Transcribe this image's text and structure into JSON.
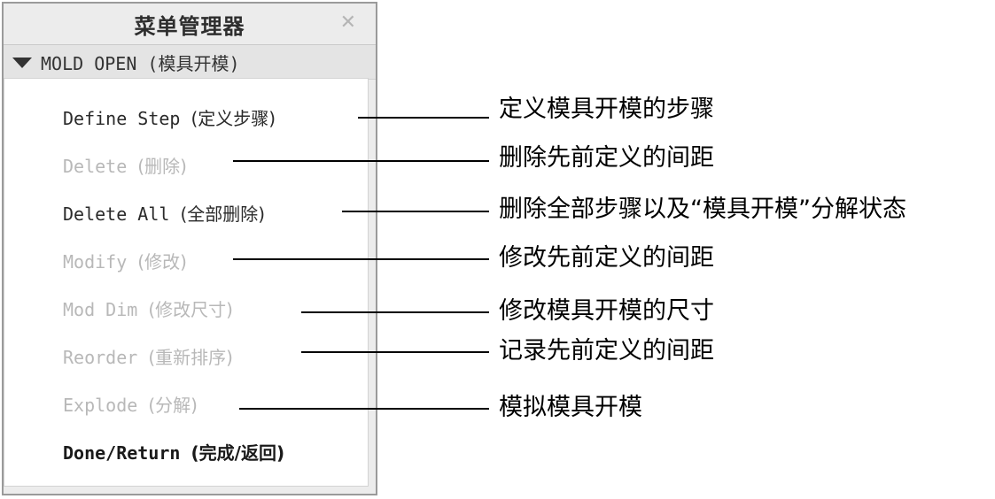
{
  "panel": {
    "title": "菜单管理器",
    "close_symbol": "✕",
    "menu_header": "MOLD OPEN (模具开模)"
  },
  "menu_items": [
    {
      "en": "Define Step",
      "zh": "(定义步骤)",
      "state": "enabled"
    },
    {
      "en": "Delete",
      "zh": "(删除)",
      "state": "disabled"
    },
    {
      "en": "Delete All",
      "zh": "(全部删除)",
      "state": "enabled"
    },
    {
      "en": "Modify",
      "zh": "(修改)",
      "state": "disabled"
    },
    {
      "en": "Mod Dim",
      "zh": "(修改尺寸)",
      "state": "disabled"
    },
    {
      "en": "Reorder",
      "zh": "(重新排序)",
      "state": "disabled"
    },
    {
      "en": "Explode",
      "zh": "(分解)",
      "state": "disabled"
    },
    {
      "en": "Done/Return",
      "zh": "(完成/返回)",
      "state": "enabled-bold"
    }
  ],
  "callouts": [
    "定义模具开模的步骤",
    "删除先前定义的间距",
    "删除全部步骤以及“模具开模”分解状态",
    "修改先前定义的间距",
    "修改模具开模的尺寸",
    "记录先前定义的间距",
    "模拟模具开模"
  ],
  "colors": {
    "enabled_text": "#2a2a2a",
    "disabled_text": "#b8b8b8",
    "panel_bg": "#ececec"
  }
}
